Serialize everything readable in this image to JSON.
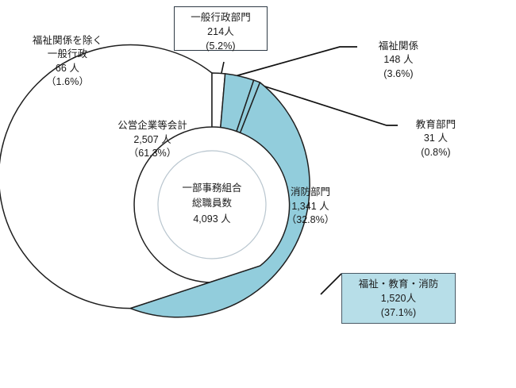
{
  "chart_data": {
    "type": "pie",
    "title": "一部事務組合 総職員数",
    "total_label_lines": [
      "一部事務組合",
      "総職員数",
      "4,093 人"
    ],
    "total_value": 4093,
    "unit": "人",
    "categories": [
      "一般行政（福祉関係を除く）",
      "福祉関係",
      "教育部門",
      "消防部門",
      "公営企業等会計"
    ],
    "values": [
      66,
      148,
      31,
      1341,
      2507
    ],
    "percents": [
      1.6,
      3.6,
      0.8,
      32.8,
      61.3
    ],
    "colors": [
      "#ffffff",
      "#92cddc",
      "#92cddc",
      "#92cddc",
      "#ffffff"
    ],
    "start_angle_deg": 0,
    "direction": "clockwise",
    "inner_radius_ratio": 0.4,
    "legend": "none",
    "grid": false,
    "groups": [
      {
        "name": "一般行政部門",
        "value": 214,
        "percent": 5.2,
        "members": [
          "一般行政（福祉関係を除く）",
          "福祉関係"
        ]
      },
      {
        "name": "福祉・教育・消防",
        "value": 1520,
        "percent": 37.1,
        "members": [
          "福祉関係",
          "教育部門",
          "消防部門"
        ]
      }
    ]
  },
  "colors": {
    "slice_blue": "#92cddc",
    "box_accent_fill": "#b7dee8",
    "outline": "#1f1f1f",
    "box_border": "#2e3a45",
    "accent_box_border": "#4a5a66",
    "inner_circle_stroke": "#b9c6cf",
    "text": "#1a1a1a"
  },
  "boxes": {
    "general_admin": {
      "name": "一般行政部門",
      "value": "214人",
      "percent": "(5.2%)"
    },
    "welfare_edu_fire": {
      "name": "福祉・教育・消防",
      "value": "1,520人",
      "percent": "(37.1%)"
    }
  },
  "callouts": {
    "general_admin_excl_welfare": {
      "line1": "福祉関係を除く",
      "line2": "一般行政",
      "value": "66 人",
      "percent": "（1.6%）"
    },
    "welfare": {
      "name": "福祉関係",
      "value": "148 人",
      "percent": "(3.6%)"
    },
    "education": {
      "name": "教育部門",
      "value": "31 人",
      "percent": "(0.8%)"
    }
  },
  "slice_labels": {
    "public_enterprise": {
      "name": "公営企業等会計",
      "value": "2,507 人",
      "percent": "（61.3%）"
    },
    "fire": {
      "name": "消防部門",
      "value": "1,341 人",
      "percent": "（32.8%）"
    }
  },
  "center": {
    "line1": "一部事務組合",
    "line2": "総職員数",
    "line3": "4,093 人"
  }
}
